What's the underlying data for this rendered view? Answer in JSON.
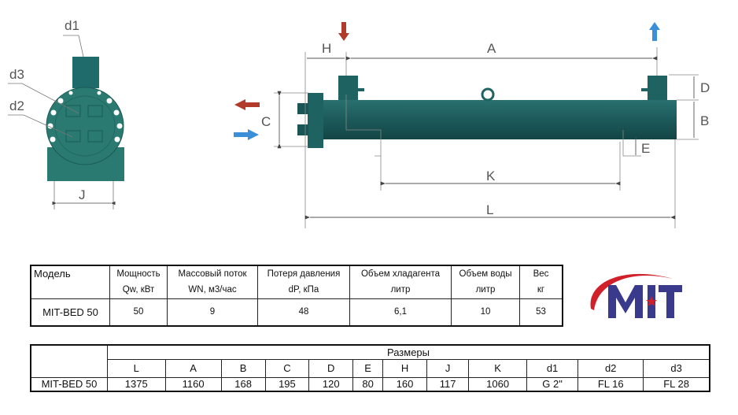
{
  "drawing": {
    "labels": {
      "d1": "d1",
      "d2": "d2",
      "d3": "d3",
      "J": "J",
      "H": "H",
      "A": "A",
      "C": "C",
      "D": "D",
      "B": "B",
      "E": "E",
      "K": "K",
      "L": "L"
    },
    "colors": {
      "body": "#1f5f5f",
      "hot_arrow": "#b23a2a",
      "cold_arrow": "#3a8fd8",
      "dim_line": "#888888"
    }
  },
  "specs_table": {
    "headers": [
      {
        "line1": "Модель",
        "line2": ""
      },
      {
        "line1": "Мощность",
        "line2": "Qw, кВт"
      },
      {
        "line1": "Массовый поток",
        "line2": "WN, м3/час"
      },
      {
        "line1": "Потеря давления",
        "line2": "dP, кПа"
      },
      {
        "line1": "Объем хладагента",
        "line2": "литр"
      },
      {
        "line1": "Объем воды",
        "line2": "литр"
      },
      {
        "line1": "Вес",
        "line2": "кг"
      }
    ],
    "row": [
      "MIT-BED 50",
      "50",
      "9",
      "48",
      "6,1",
      "10",
      "53"
    ]
  },
  "dims_table": {
    "title": "Размеры",
    "columns": [
      "L",
      "A",
      "B",
      "C",
      "D",
      "E",
      "H",
      "J",
      "K",
      "d1",
      "d2",
      "d3"
    ],
    "model": "MIT-BED 50",
    "values": [
      "1375",
      "1160",
      "168",
      "195",
      "120",
      "80",
      "160",
      "117",
      "1060",
      "G 2\"",
      "FL 16",
      "FL 28"
    ]
  },
  "logo": {
    "text": "MIT",
    "colors": {
      "letters": "#3a3a8c",
      "swoosh": "#d0202a",
      "star": "#d0202a"
    }
  }
}
